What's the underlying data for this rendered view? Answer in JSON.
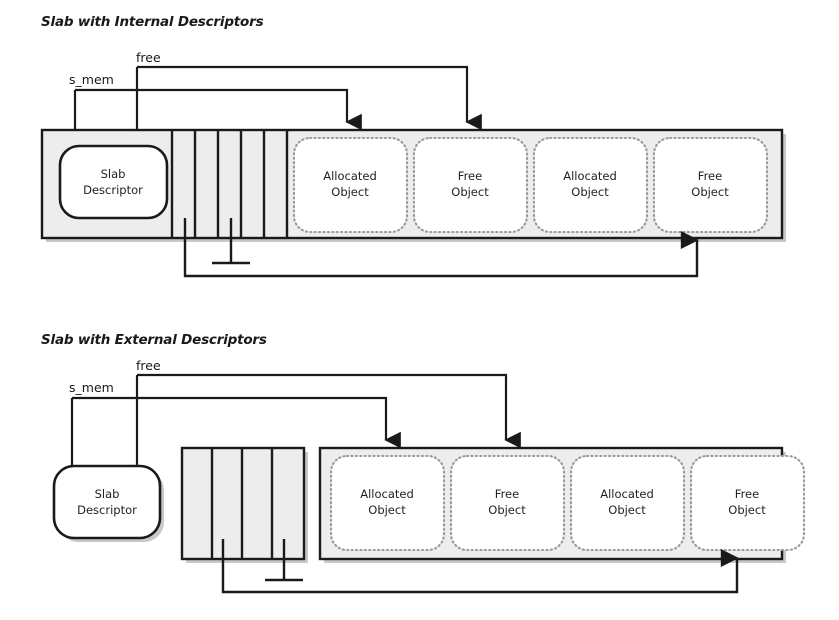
{
  "figure": {
    "background_color": "#ffffff",
    "line_color": "#1a1a1a",
    "fill_gray": "#ededed",
    "object_fill": "#ffffff",
    "shadow_color": "#c8c8c8",
    "dotted_border_color": "#9a9a9a"
  },
  "panels": [
    {
      "id": "internal",
      "title": "Slab with Internal Descriptors",
      "pointers": [
        {
          "name": "s_mem-pointer",
          "label": "s_mem"
        },
        {
          "name": "free-pointer",
          "label": "free"
        }
      ],
      "slab_descriptor": {
        "line1": "Slab",
        "line2": "Descriptor",
        "placement": "inside-slab"
      },
      "descriptor_array": {
        "cell_count": 5,
        "placement": "inside-slab"
      },
      "objects": [
        {
          "line1": "Allocated",
          "line2": "Object",
          "state": "allocated"
        },
        {
          "line1": "Free",
          "line2": "Object",
          "state": "free"
        },
        {
          "line1": "Allocated",
          "line2": "Object",
          "state": "allocated"
        },
        {
          "line1": "Free",
          "line2": "Object",
          "state": "free"
        }
      ]
    },
    {
      "id": "external",
      "title": "Slab with External Descriptors",
      "pointers": [
        {
          "name": "s_mem-pointer",
          "label": "s_mem"
        },
        {
          "name": "free-pointer",
          "label": "free"
        }
      ],
      "slab_descriptor": {
        "line1": "Slab",
        "line2": "Descriptor",
        "placement": "outside-slab"
      },
      "descriptor_array": {
        "cell_count": 4,
        "placement": "outside-slab"
      },
      "objects": [
        {
          "line1": "Allocated",
          "line2": "Object",
          "state": "allocated"
        },
        {
          "line1": "Free",
          "line2": "Object",
          "state": "free"
        },
        {
          "line1": "Allocated",
          "line2": "Object",
          "state": "allocated"
        },
        {
          "line1": "Free",
          "line2": "Object",
          "state": "free"
        }
      ]
    }
  ]
}
